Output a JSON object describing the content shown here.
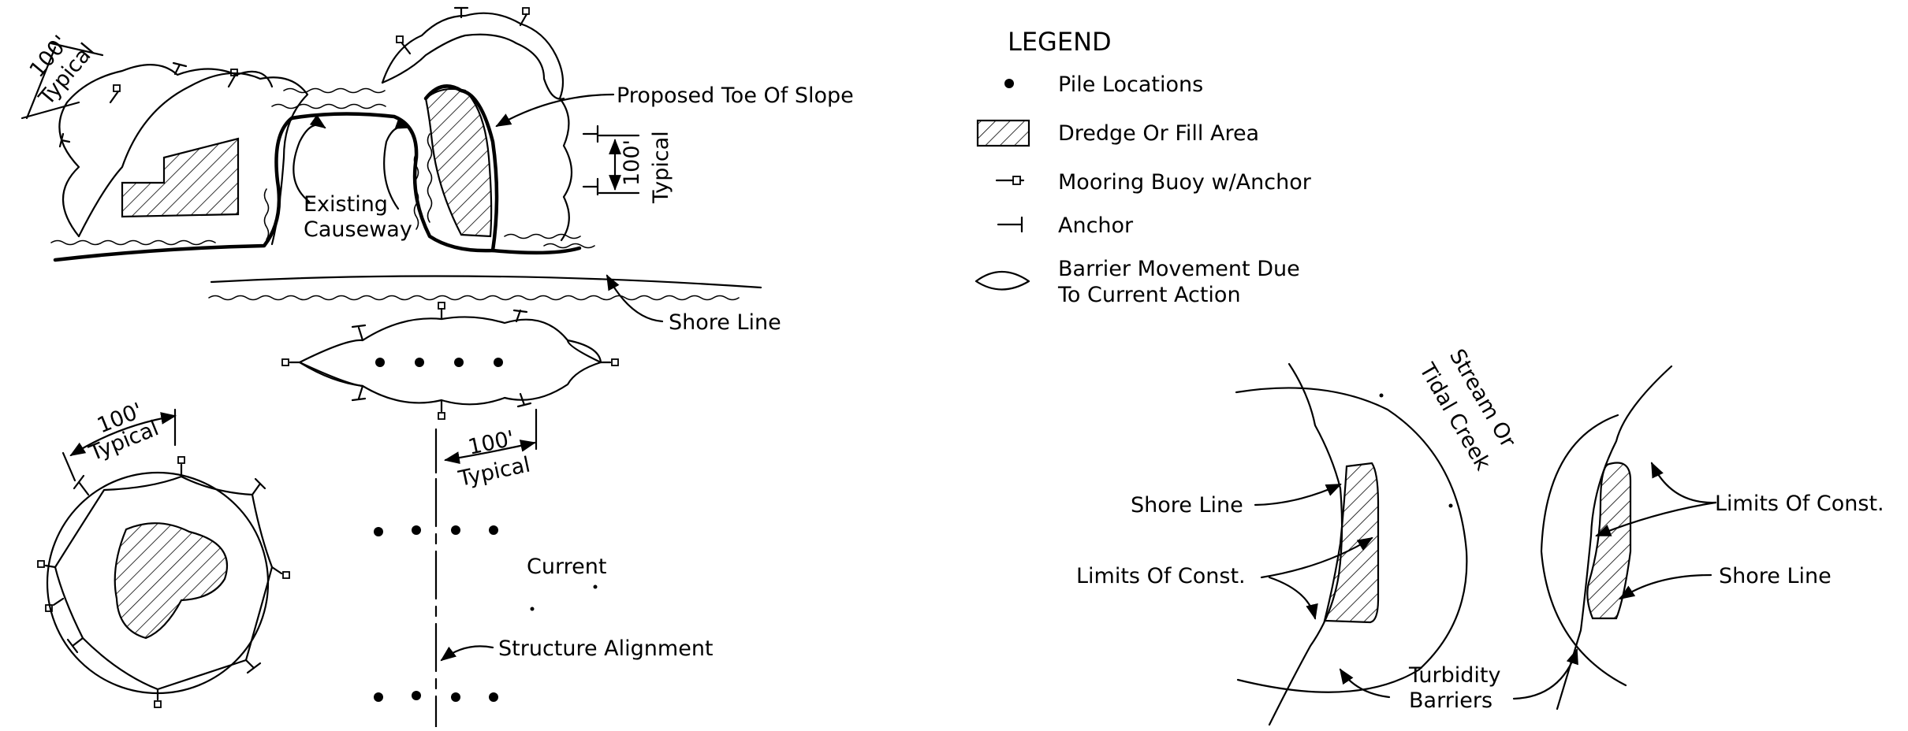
{
  "legend": {
    "title": "LEGEND",
    "items": [
      {
        "key": "pile",
        "label": "Pile Locations"
      },
      {
        "key": "fill",
        "label": "Dredge Or Fill Area"
      },
      {
        "key": "buoy",
        "label": "Mooring Buoy w/Anchor"
      },
      {
        "key": "anchor",
        "label": "Anchor"
      },
      {
        "key": "barrier",
        "label_1": "Barrier Movement Due",
        "label_2": "To Current Action"
      }
    ]
  },
  "causeway": {
    "typical_dim_1": "100'",
    "typical_word_1": "Typical",
    "toe_label": "Proposed Toe Of Slope",
    "typical_dim_2": "100'",
    "typical_word_2": "Typical",
    "existing_label_1": "Existing",
    "existing_label_2": "Causeway",
    "shore_label": "Shore Line"
  },
  "island": {
    "typical_dim": "100'",
    "typical_word": "Typical"
  },
  "piles": {
    "typical_dim": "100'",
    "typical_word": "Typical",
    "current_label": "Current",
    "alignment_label": "Structure Alignment"
  },
  "stream": {
    "title_1": "Stream Or",
    "title_2": "Tidal Creek",
    "shore_left": "Shore Line",
    "limits_left": "Limits Of Const.",
    "turbidity_1": "Turbidity",
    "turbidity_2": "Barriers",
    "limits_right": "Limits Of Const.",
    "shore_right": "Shore Line"
  }
}
